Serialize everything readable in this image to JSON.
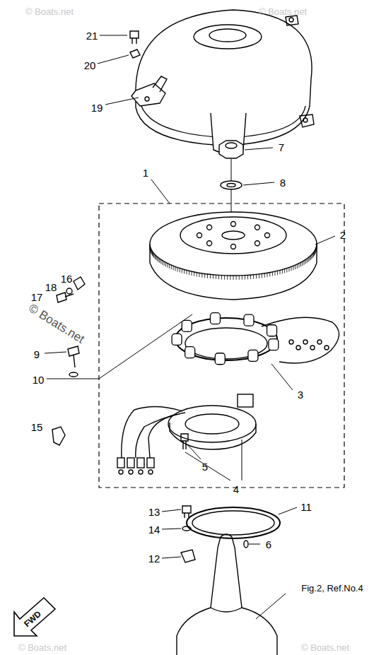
{
  "diagram": {
    "labels": [
      "21",
      "20",
      "19",
      "7",
      "8",
      "1",
      "2",
      "16",
      "18",
      "17",
      "9",
      "10",
      "3",
      "15",
      "5",
      "4",
      "13",
      "11",
      "14",
      "12",
      "6",
      "Fig.2, Ref.No.4",
      "FWD",
      "© Boats.net",
      "© Boats.net",
      "© Boats.net",
      "© Boats.net",
      "© Boats.net"
    ]
  }
}
